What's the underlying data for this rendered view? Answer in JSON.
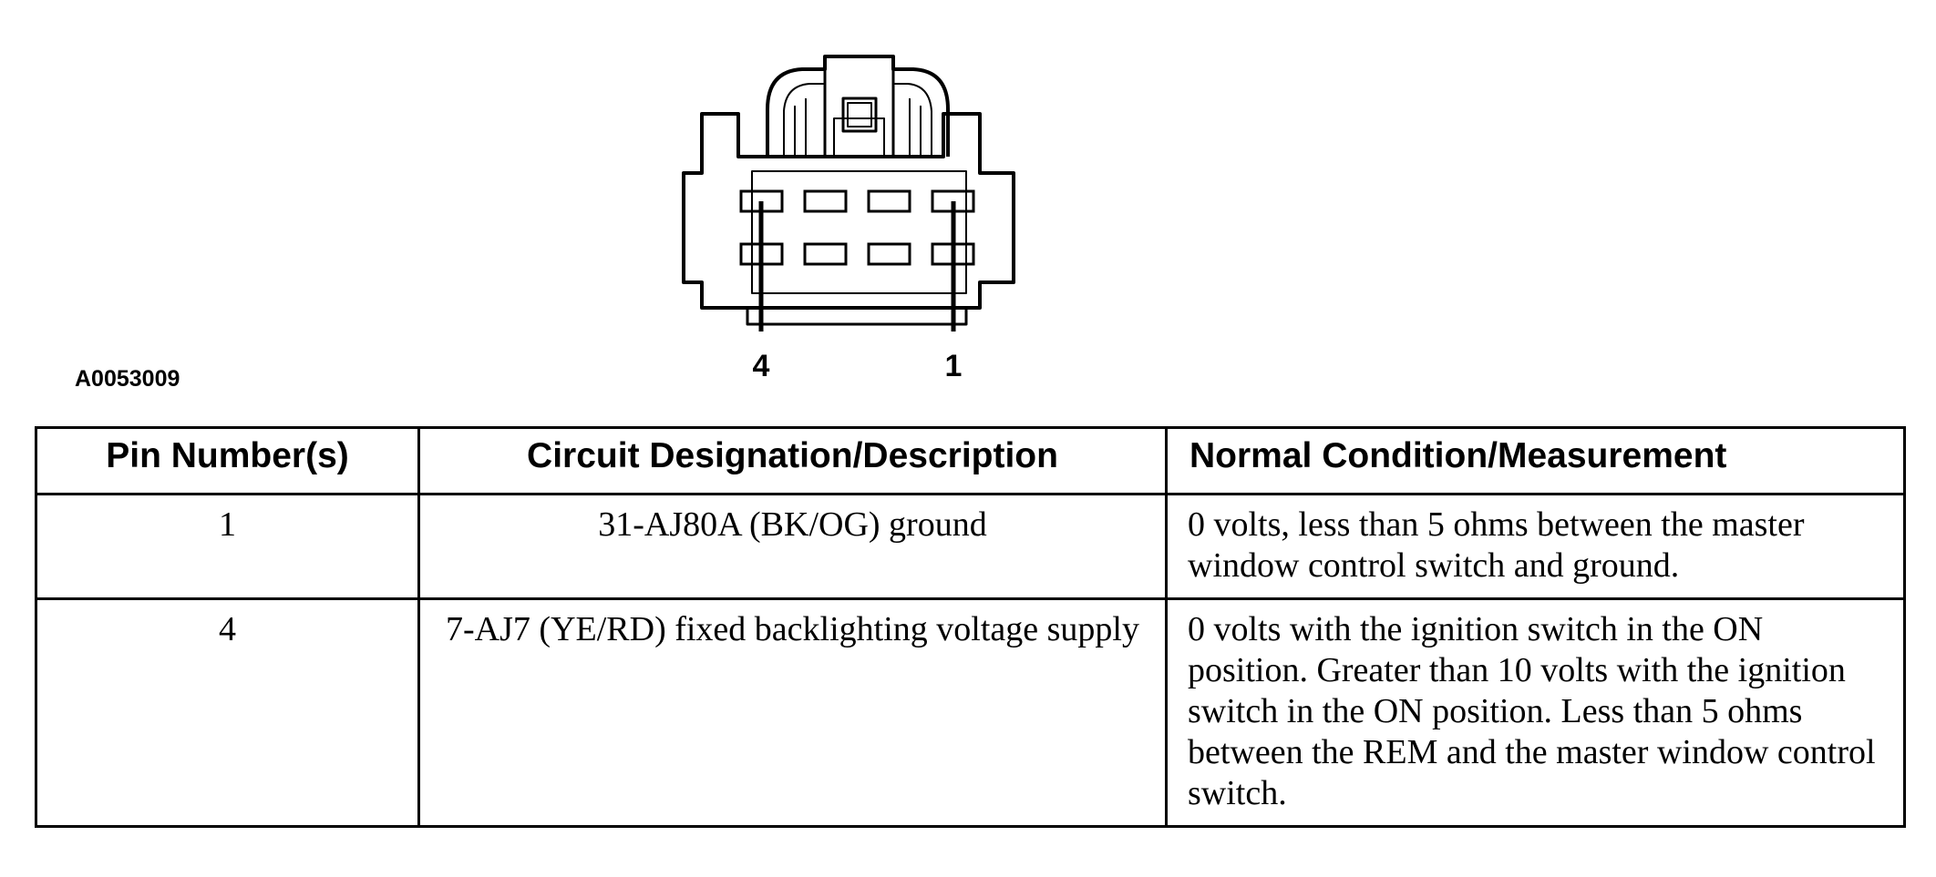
{
  "figure": {
    "id": "A0053009",
    "pin_labels": [
      "4",
      "1"
    ]
  },
  "table": {
    "headers": [
      "Pin Number(s)",
      "Circuit Designation/Description",
      "Normal Condition/Measurement"
    ],
    "rows": [
      {
        "pin": "1",
        "circuit": "31-AJ80A (BK/OG) ground",
        "measurement": "0 volts, less than 5 ohms between the master window control switch and ground."
      },
      {
        "pin": "4",
        "circuit": "7-AJ7 (YE/RD) fixed backlighting voltage supply",
        "measurement": "0 volts with the ignition switch in the ON position. Greater than 10 volts with the ignition switch in the ON position. Less than 5 ohms between the REM and the master window control switch."
      }
    ]
  }
}
